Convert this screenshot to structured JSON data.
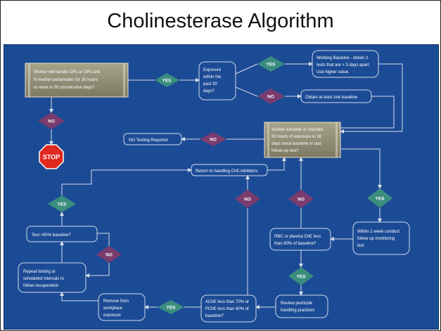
{
  "slide": {
    "title": "Cholinesterase Algorithm"
  },
  "nodes": {
    "handle_question": [
      "Worker will handle  OPs or OPs and",
      "N-methyl-carbamates for 30 hours",
      "or more in 30 consecutive days?"
    ],
    "exposure_question": [
      "Exposure",
      "within the",
      "past 30",
      "days?"
    ],
    "working_baseline": [
      "Working Baseline - obtain 2",
      "tests that are > 3 days apart.",
      "Use higher value."
    ],
    "obtain_baseline": [
      "Obtain at least one baseline"
    ],
    "exceeds_question": [
      "Worker exceeds or reaches",
      "30 hours of exposure in 30",
      "days since baseline or last",
      "follow-up test?"
    ],
    "no_testing": [
      "NO Testing Required"
    ],
    "return_handling": [
      "Return to handling ChE-inhibitors"
    ],
    "test_80": [
      "Test >80% baseline?"
    ],
    "repeat_testing": [
      "Repeat testing at",
      "scheduled intervals to",
      "follow recuperation"
    ],
    "remove_exposure": [
      "Remove from",
      "workplace",
      "exposure"
    ],
    "ache_question": [
      "AChE less than  70% or",
      "PChE less than 60% of",
      "baseline?"
    ],
    "review_practices": [
      "Review pesticide",
      "handling practices"
    ],
    "rbc_question": [
      "RBC or plasma ChE less",
      "than 60% of baseline?"
    ],
    "followup_test": [
      "Within 1 week conduct",
      "follow up monitoring",
      "test"
    ]
  },
  "decisions": {
    "yes": "YES",
    "no": "NO",
    "stop": "STOP"
  },
  "colors": {
    "background": "#1c4b95",
    "yes_diamond": "#3b8d7f",
    "no_diamond": "#7a3c6e",
    "question_box": "#8c8870",
    "stop_sign": "#e0281f"
  }
}
